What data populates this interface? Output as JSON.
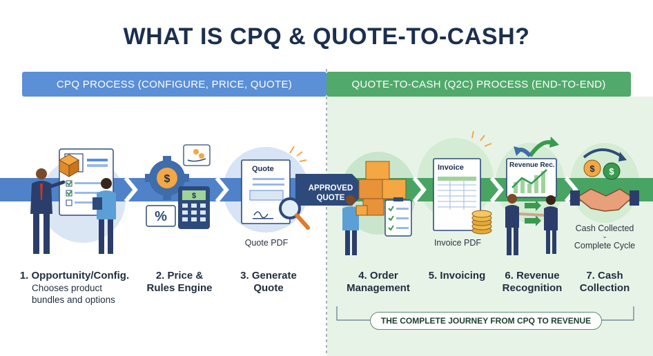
{
  "title": "WHAT IS CPQ & QUOTE-TO-CASH?",
  "header_bars": {
    "cpq": "CPQ PROCESS (CONFIGURE, PRICE, QUOTE)",
    "q2c": "QUOTE-TO-CASH (Q2C) PROCESS (END-TO-END)"
  },
  "approved_label_line1": "APPROVED",
  "approved_label_line2": "QUOTE",
  "doc_labels": {
    "quote": "Quote",
    "invoice": "Invoice",
    "revenue": "Revenue Rec."
  },
  "captions": {
    "quote_pdf": "Quote PDF",
    "invoice_pdf": "Invoice PDF",
    "cash_collected": "Cash Collected",
    "complete_cycle": "Complete Cycle"
  },
  "steps": [
    {
      "line1": "1. Opportunity/Config.",
      "line2": "",
      "sub1": "Chooses product",
      "sub2": "bundles and options"
    },
    {
      "line1": "2. Price &",
      "line2": "Rules Engine"
    },
    {
      "line1": "3. Generate",
      "line2": "Quote"
    },
    {
      "line1": "4. Order",
      "line2": "Management"
    },
    {
      "line1": "5. Invoicing",
      "line2": ""
    },
    {
      "line1": "6. Revenue",
      "line2": "Recognition"
    },
    {
      "line1": "7. Cash",
      "line2": "Collection"
    }
  ],
  "journey_label": "THE COMPLETE JOURNEY FROM CPQ TO REVENUE",
  "colors": {
    "cpq_blue": "#5b8fd6",
    "q2c_green": "#52a96c",
    "title_navy": "#1b2f4e"
  },
  "icons": [
    "box-icon",
    "dollar-gear-icon",
    "calculator-icon",
    "percent-icon",
    "magnifier-icon",
    "clipboard-icon",
    "coins-icon",
    "growth-chart-icon",
    "handshake-icon",
    "cycle-arrow-icon"
  ]
}
